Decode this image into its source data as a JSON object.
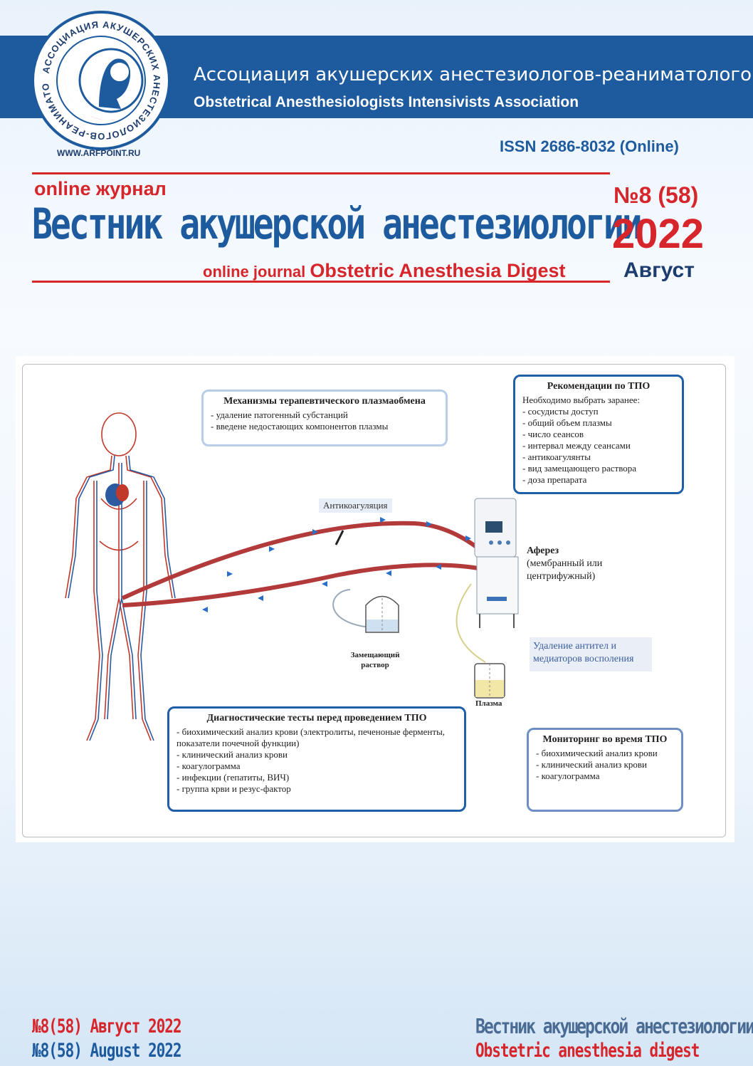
{
  "header": {
    "assoc_ru": "Ассоциация акушерских анестезиологов-реаниматологов",
    "assoc_en": "Obstetrical Anesthesiologists Intensivists Association",
    "logo_ring_text": "АССОЦИАЦИЯ АКУШЕРСКИХ АНЕСТЕЗИОЛОГОВ-РЕАНИМАТОЛОГОВ",
    "website": "WWW.ARFPOINT.RU",
    "issn": "ISSN 2686-8032 (Online)"
  },
  "masthead": {
    "online_ru": "online журнал",
    "title_ru": "Вестник акушерской анестезиологии",
    "online_en": "online journal",
    "title_en": "Obstetric Anesthesia Digest",
    "issue_number": "№8 (58)",
    "year": "2022",
    "month": "Август"
  },
  "figure": {
    "mechanisms": {
      "title": "Механизмы терапевтического плазмаобмена",
      "items": [
        "- удаление патогенный субстанций",
        "- введене недостающих компонентов плазмы"
      ]
    },
    "recommendations": {
      "title": "Рекомендации по ТПО",
      "subtitle": "Необходимо выбрать заранее:",
      "items": [
        "- сосудисты доступ",
        "- общий объем плазмы",
        "- число сеансов",
        "- интервал между сеансами",
        "- антикоагулянты",
        "- вид замещающего раствора",
        "- доза препарата"
      ]
    },
    "anticoagulation": "Антикоагуляция",
    "apheresis": {
      "title": "Аферез",
      "line1": "(мембранный или",
      "line2": "центрифужный)"
    },
    "removal": {
      "line1": "Удаление антител и",
      "line2": "медиаторов восполения"
    },
    "replacement": {
      "line1": "Замещающий",
      "line2": "раствор"
    },
    "plasma": "Плазма",
    "diagnostics": {
      "title": "Диагностические тесты перед проведением ТПО",
      "items": [
        "- биохимический анализ крови (электролиты, печеноные ферменты,",
        "показатели почечной функции)",
        "- клинический анализ крови",
        "- коагулограмма",
        "- инфекции (гепатиты, ВИЧ)",
        "- группа крви и резус-фактор"
      ]
    },
    "monitoring": {
      "title": "Мониторинг во время ТПО",
      "items": [
        "- биохимический анализ крови",
        "- клинический анализ крови",
        "- коагулограмма"
      ]
    }
  },
  "footer": {
    "left_ru": "№8(58) Август 2022",
    "left_en": "№8(58) August 2022",
    "right_ru": "Вестник акушерской анестезиологии",
    "right_en": "Obstetric anesthesia digest"
  },
  "colors": {
    "brand_blue": "#1d5b9e",
    "brand_red": "#d7262b"
  }
}
